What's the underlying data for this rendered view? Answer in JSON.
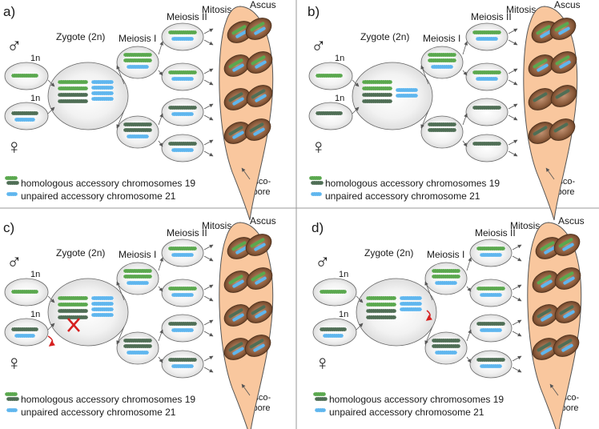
{
  "colors": {
    "green": "#5aa84e",
    "dark_green": "#4f6e55",
    "blue": "#5fb6ee",
    "ascus_fill": "#f9c79e",
    "spore": "#8a5a3a",
    "cell_fill": "#eeeeee",
    "cross": "#d62020",
    "divider": "#999999"
  },
  "panels": [
    {
      "id": "a",
      "letter": "a)",
      "male_symbol": "♂",
      "female_symbol": "♀",
      "haploid_label_top": "1n",
      "haploid_label_bottom": "1n",
      "zygote_label": "Zygote (2n)",
      "meiosis1_label": "Meiosis I",
      "meiosis2_label": "Meiosis II",
      "mitosis_label": "Mitosis",
      "ascus_label": "Ascus",
      "ascospore_label_1": "Asco-",
      "ascospore_label_2": "spore",
      "legend_homologous": "homologous accessory chromosomes 19",
      "legend_unpaired": "unpaired accessory chromosome 21"
    },
    {
      "id": "b",
      "letter": "b)",
      "male_symbol": "♂",
      "female_symbol": "♀",
      "haploid_label_top": "1n",
      "haploid_label_bottom": "1n",
      "zygote_label": "Zygote (2n)",
      "meiosis1_label": "Meiosis I",
      "meiosis2_label": "Meiosis II",
      "mitosis_label": "Mitosis",
      "ascus_label": "Ascus",
      "ascospore_label_1": "Asco-",
      "ascospore_label_2": "spore",
      "legend_homologous": "homologous accessory chromosomes 19",
      "legend_unpaired": "unpaired accessory chromosome 21"
    },
    {
      "id": "c",
      "letter": "c)",
      "male_symbol": "♂",
      "female_symbol": "♀",
      "haploid_label_top": "1n",
      "haploid_label_bottom": "1n",
      "zygote_label": "Zygote (2n)",
      "meiosis1_label": "Meiosis I",
      "meiosis2_label": "Meiosis II",
      "mitosis_label": "Mitosis",
      "ascus_label": "Ascus",
      "ascospore_label_1": "Asco-",
      "ascospore_label_2": "spore",
      "legend_homologous": "homologous accessory chromosomes 19",
      "legend_unpaired": "unpaired accessory chromosome 21"
    },
    {
      "id": "d",
      "letter": "d)",
      "male_symbol": "♂",
      "female_symbol": "♀",
      "haploid_label_top": "1n",
      "haploid_label_bottom": "1n",
      "zygote_label": "Zygote (2n)",
      "meiosis1_label": "Meiosis I",
      "meiosis2_label": "Meiosis II",
      "mitosis_label": "Mitosis",
      "ascus_label": "Ascus",
      "ascospore_label_1": "Asco-",
      "ascospore_label_2": "spore",
      "legend_homologous": "homologous accessory chromosomes 19",
      "legend_unpaired": "unpaired accessory chromosome 21"
    }
  ]
}
